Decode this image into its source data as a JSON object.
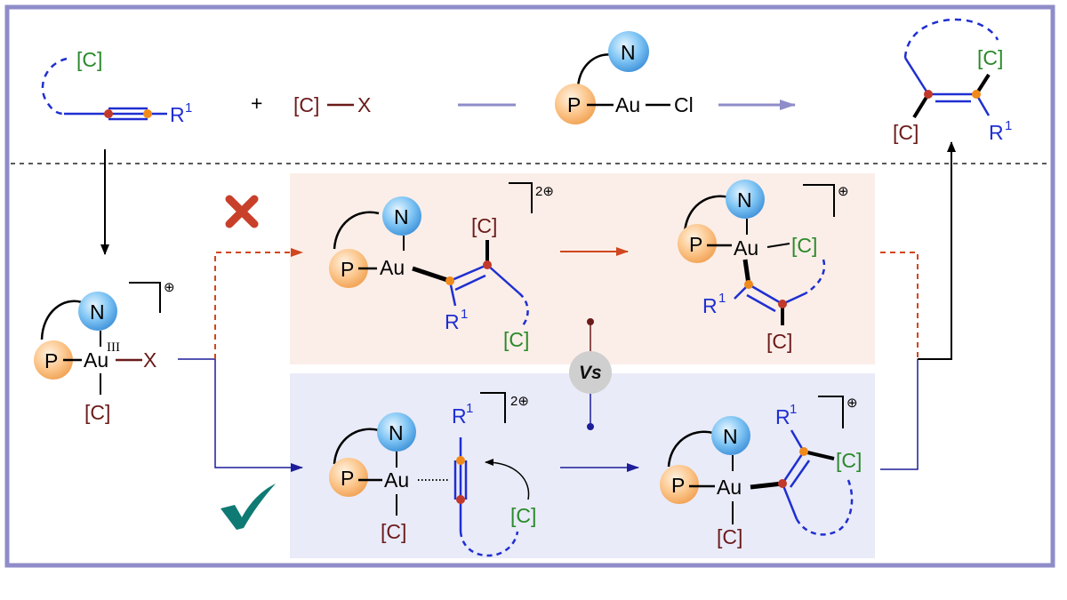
{
  "colors": {
    "frame": "#8f8cc9",
    "carbon": "#6b1a1a",
    "group_c": "#2a8a2a",
    "chain": "#1f2fd1",
    "red_path": "#d0461e",
    "blue_path": "#1d1d9a",
    "red_panel": "#fbeee8",
    "blue_panel": "#e9ebf8",
    "atom_dot": "#f08a1a",
    "atom_dot_dark": "#c0392b",
    "reject": "#c8402a",
    "accept": "#0f7a73",
    "vs_circle": "#cfcfcf"
  },
  "icons": {
    "reject": "cross-icon",
    "accept": "check-icon"
  },
  "labels": {
    "c": "[C]",
    "x": "X",
    "r": "R",
    "r_sup": "1",
    "plus": "+",
    "p": "P",
    "n": "N",
    "au": "Au",
    "cl": "Cl",
    "ox": "III",
    "charge_one": "⊕",
    "charge_two": "2⊕",
    "vs": "Vs"
  }
}
